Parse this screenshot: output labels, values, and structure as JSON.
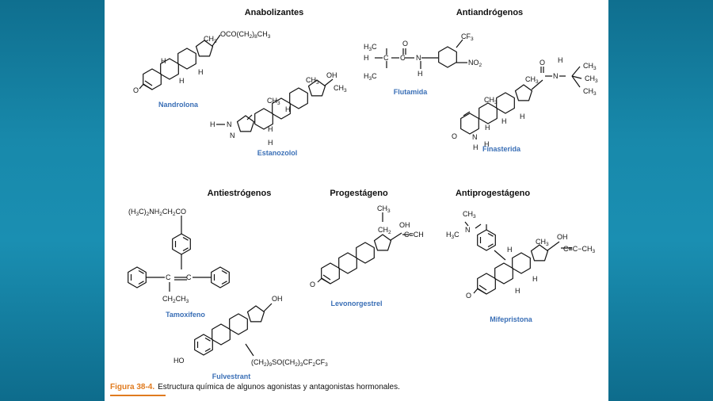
{
  "sections": {
    "anabolic": "Anabolizantes",
    "antiandrogen": "Antiandrógenos",
    "antiestrogen": "Antiestrógenos",
    "progestagen": "Progestágeno",
    "antiprogestagen": "Antiprogestágeno"
  },
  "compounds": {
    "nandrolona": "Nandrolona",
    "estanozolol": "Estanozolol",
    "flutamida": "Flutamida",
    "finasterida": "Finasterida",
    "tamoxifeno": "Tamoxifeno",
    "fulvestrant": "Fulvestrant",
    "levonorgestrel": "Levonorgestrel",
    "mifepristona": "Mifepristona"
  },
  "caption": {
    "label": "Figura 38-4.",
    "text": "Estructura química de algunos agonistas y antagonistas hormonales."
  }
}
